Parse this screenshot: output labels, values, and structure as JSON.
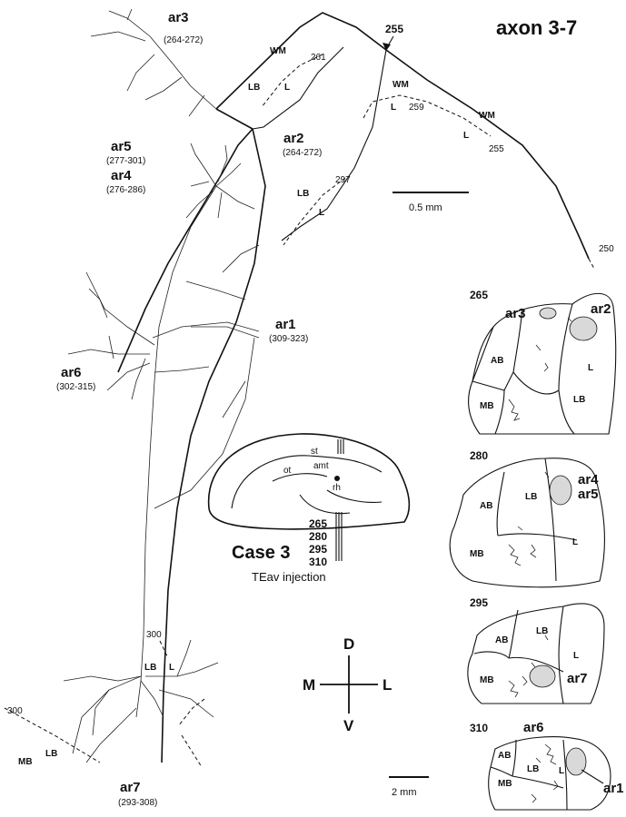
{
  "title": "axon 3-7",
  "arbors": [
    {
      "name": "ar3",
      "range": "(264-272)"
    },
    {
      "name": "ar2",
      "range": "(264-272)"
    },
    {
      "name": "ar5",
      "range": "(277-301)"
    },
    {
      "name": "ar4",
      "range": "(276-286)"
    },
    {
      "name": "ar1",
      "range": "(309-323)"
    },
    {
      "name": "ar6",
      "range": "(302-315)"
    },
    {
      "name": "ar7",
      "range": "(293-308)"
    }
  ],
  "boundary_labels": {
    "wm": "WM",
    "l": "L",
    "lb": "LB",
    "mb": "MB",
    "ab": "AB",
    "n261": "261",
    "n255a": "255",
    "n259": "259",
    "n255b": "255",
    "n297": "297",
    "n250": "250",
    "n300a": "300",
    "n300b": "300"
  },
  "scale_bars": {
    "top": "0.5 mm",
    "bottom": "2 mm"
  },
  "brain_inset": {
    "labels": {
      "st": "st",
      "amt": "amt",
      "ot": "ot",
      "rh": "rh"
    },
    "sections": [
      "265",
      "280",
      "295",
      "310"
    ],
    "case_title": "Case 3",
    "case_subtitle": "TEav injection"
  },
  "orientation": {
    "d": "D",
    "v": "V",
    "m": "M",
    "l": "L"
  },
  "sections": [
    {
      "number": "265",
      "arbors": [
        "ar3",
        "ar2"
      ]
    },
    {
      "number": "280",
      "arbors": [
        "ar4",
        "ar5"
      ]
    },
    {
      "number": "295",
      "arbors": [
        "ar7"
      ]
    },
    {
      "number": "310",
      "arbors": [
        "ar6",
        "ar1"
      ]
    }
  ]
}
